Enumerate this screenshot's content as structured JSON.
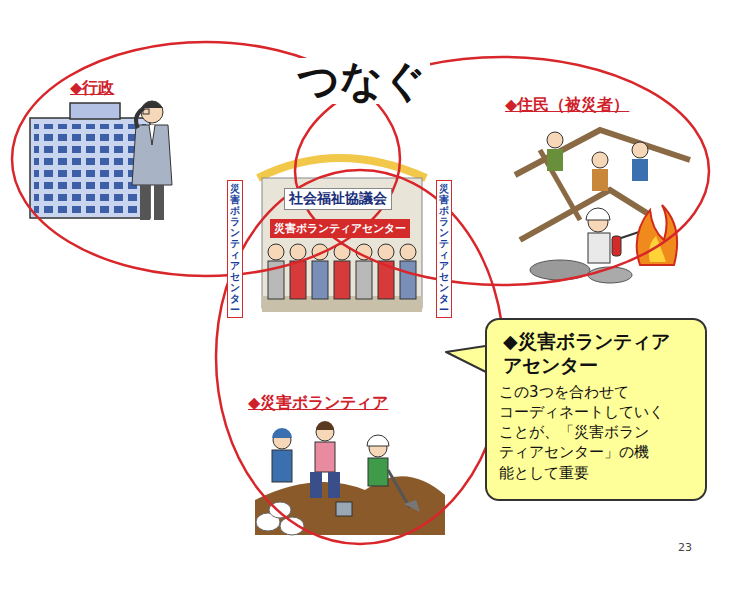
{
  "diagram": {
    "title": "つなぐ",
    "nodes": [
      {
        "text": [
          "◆行政"
        ]
      },
      {
        "text": [
          "◆住民（被災者）"
        ]
      },
      {
        "text": [
          "◆災害ボランティア"
        ]
      },
      {
        "text": [
          "◆災害ボランティア アセンター",
          "この3つを合わせて コーディネートしていく ことが、「災害ボラン ティアセンター」の機 能として重要"
        ]
      }
    ],
    "labels": [
      "社会福祉協議会",
      "災害ボランティアセンター",
      "災害ボランティアセンター",
      "災害ボランティアセンター",
      "23"
    ]
  }
}
